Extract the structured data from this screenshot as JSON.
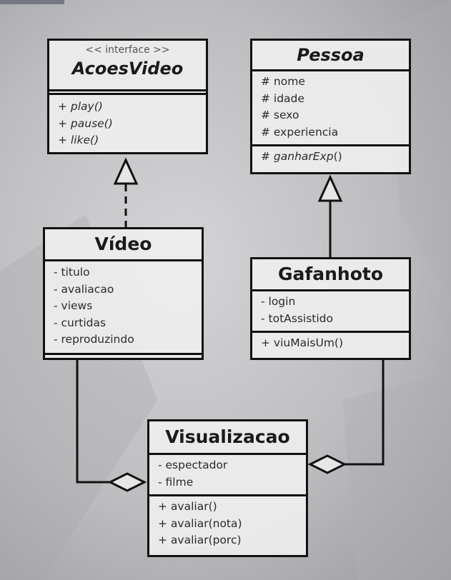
{
  "classes": {
    "acoes_video": {
      "stereotype": "<< interface >>",
      "name": "AcoesVideo",
      "methods": [
        "+ play()",
        "+ pause()",
        "+ like()"
      ]
    },
    "pessoa": {
      "name": "Pessoa",
      "attributes": [
        "# nome",
        "# idade",
        "# sexo",
        "# experiencia"
      ],
      "methods": [
        "# ganharExp()"
      ]
    },
    "video": {
      "name": "Vídeo",
      "attributes": [
        "- titulo",
        "- avaliacao",
        "- views",
        "- curtidas",
        "- reproduzindo"
      ],
      "methods": []
    },
    "gafanhoto": {
      "name": "Gafanhoto",
      "attributes": [
        "- login",
        "- totAssistido"
      ],
      "methods": [
        "+ viuMaisUm()"
      ]
    },
    "visualizacao": {
      "name": "Visualizacao",
      "attributes": [
        "- espectador",
        "- filme"
      ],
      "methods": [
        "+ avaliar()",
        "+ avaliar(nota)",
        "+ avaliar(porc)"
      ]
    }
  },
  "relations": [
    {
      "from": "Vídeo",
      "to": "AcoesVideo",
      "type": "realization"
    },
    {
      "from": "Gafanhoto",
      "to": "Pessoa",
      "type": "generalization"
    },
    {
      "from": "Vídeo",
      "to": "Visualizacao",
      "type": "aggregation"
    },
    {
      "from": "Gafanhoto",
      "to": "Visualizacao",
      "type": "aggregation"
    }
  ],
  "colors": {
    "line": "#111111",
    "box_fill": "#eeeeee"
  }
}
